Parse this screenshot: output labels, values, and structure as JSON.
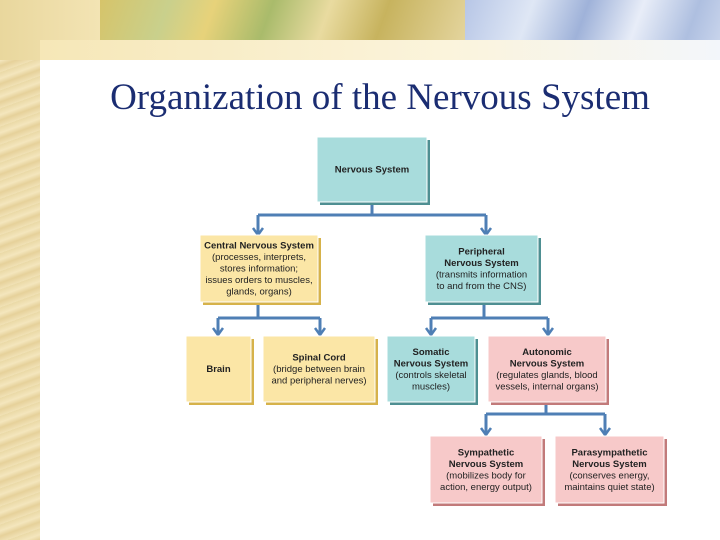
{
  "slide": {
    "title": "Organization of the Nervous System"
  },
  "colors": {
    "teal": "#a8dcdc",
    "yellow": "#fbe6a6",
    "pink": "#f7c9c9",
    "connector": "#4f7fb5",
    "title": "#1b2d72"
  },
  "nodes": {
    "nervous_system": {
      "title": [
        "Nervous System"
      ],
      "desc": []
    },
    "cns": {
      "title": [
        "Central Nervous System"
      ],
      "desc": [
        "(processes, interprets,",
        "stores information;",
        "issues orders to muscles,",
        "glands, organs)"
      ]
    },
    "pns": {
      "title": [
        "Peripheral",
        "Nervous System"
      ],
      "desc": [
        "(transmits information",
        "to and from the CNS)"
      ]
    },
    "brain": {
      "title": [
        "Brain"
      ],
      "desc": []
    },
    "spinal_cord": {
      "title": [
        "Spinal Cord"
      ],
      "desc": [
        "(bridge between brain",
        "and peripheral nerves)"
      ]
    },
    "somatic": {
      "title": [
        "Somatic",
        "Nervous System"
      ],
      "desc": [
        "(controls skeletal",
        "muscles)"
      ]
    },
    "autonomic": {
      "title": [
        "Autonomic",
        "Nervous System"
      ],
      "desc": [
        "(regulates glands, blood",
        "vessels, internal organs)"
      ]
    },
    "sympathetic": {
      "title": [
        "Sympathetic",
        "Nervous System"
      ],
      "desc": [
        "(mobilizes body for",
        "action, energy output)"
      ]
    },
    "parasympathetic": {
      "title": [
        "Parasympathetic",
        "Nervous System"
      ],
      "desc": [
        "(conserves energy,",
        "maintains quiet state)"
      ]
    }
  }
}
